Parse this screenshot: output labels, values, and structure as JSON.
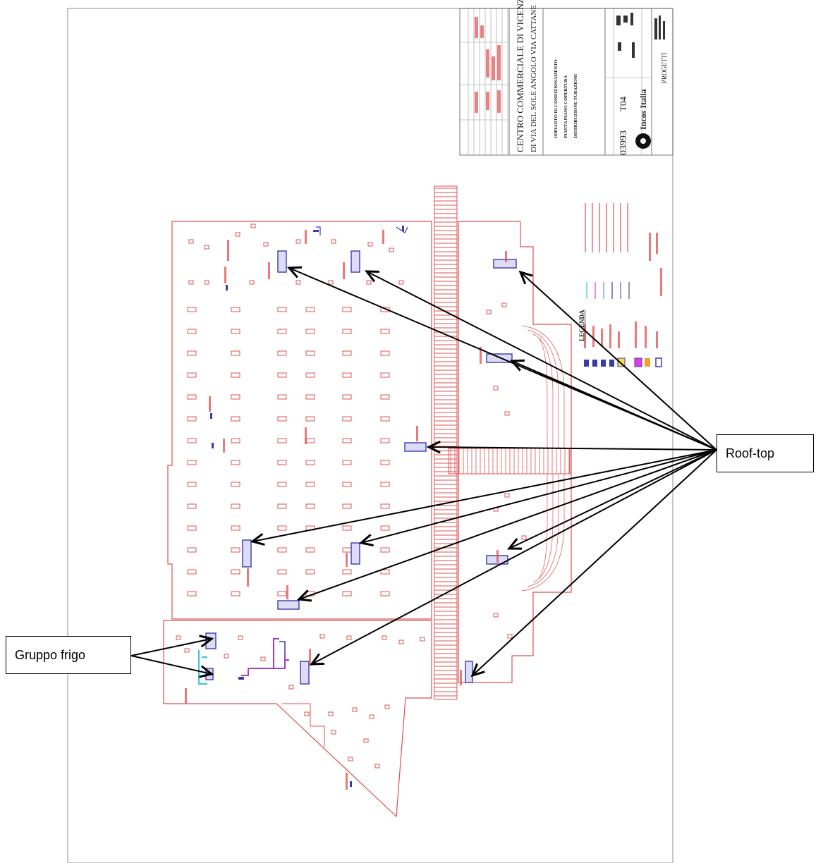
{
  "callouts": {
    "rooftop": "Roof-top",
    "frigo": "Gruppo frigo"
  },
  "title_block": {
    "project_line_1": "CENTRO COMMERCIALE DI VICENZA",
    "project_line_2": "DI VIA DEL SOLE ANGOLO VIA CATTANE",
    "drawing_line_1": "IMPIANTO DI CONDIZIONAMENTO",
    "drawing_line_2": "PIANTA PIANO COPERTURA",
    "drawing_line_3": "DISTRIBUZIONE TUBAZIONI",
    "job_number": "03993",
    "sheet_code": "T04",
    "company": "Incos Italia",
    "designer": "PROGETTI"
  },
  "legend": {
    "heading": "LEGENDA"
  },
  "colors": {
    "plan_lines": "#e05050",
    "units": "#3a3ab0",
    "chilled_pipe": "#36c8d8",
    "arrows": "#000000",
    "frame": "#b4b4b4"
  }
}
